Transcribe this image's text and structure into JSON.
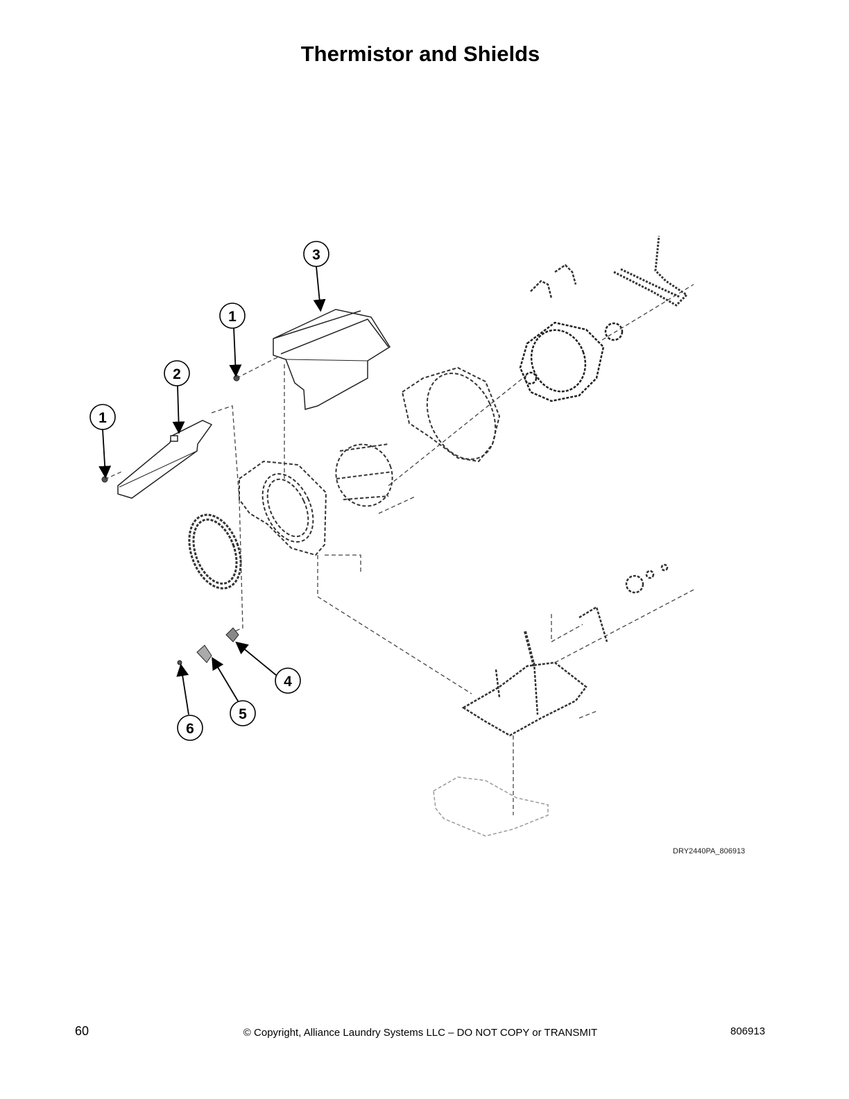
{
  "page": {
    "title": "Thermistor and Shields",
    "figure_id": "DRY2440PA_806913",
    "page_number": "60",
    "copyright": "© Copyright, Alliance Laundry Systems LLC – DO NOT COPY or TRANSMIT",
    "doc_number": "806913"
  },
  "callouts": [
    {
      "id": "c3",
      "label": "3"
    },
    {
      "id": "c1a",
      "label": "1"
    },
    {
      "id": "c2",
      "label": "2"
    },
    {
      "id": "c1b",
      "label": "1"
    },
    {
      "id": "c4",
      "label": "4"
    },
    {
      "id": "c5",
      "label": "5"
    },
    {
      "id": "c6",
      "label": "6"
    }
  ]
}
